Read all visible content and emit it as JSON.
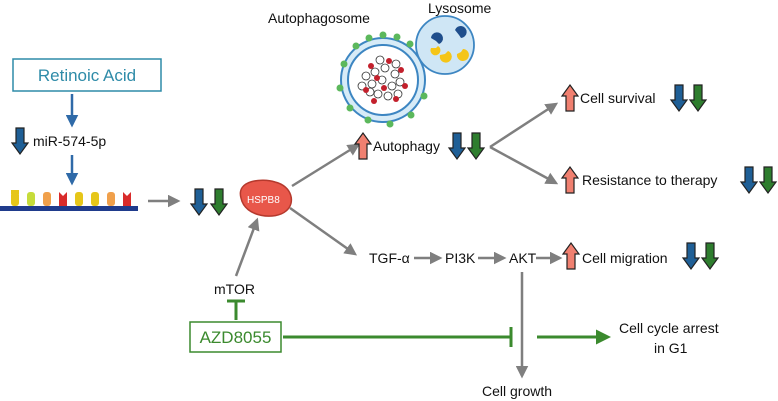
{
  "labels": {
    "retinoic_acid": "Retinoic Acid",
    "mirna": "miR-574-5p",
    "hspb8": "HSPB8",
    "mtor": "mTOR",
    "azd8055": "AZD8055",
    "autophagosome": "Autophagosome",
    "lysosome": "Lysosome",
    "autophagy": "Autophagy",
    "cell_survival": "Cell survival",
    "resistance": "Resistance to therapy",
    "tgf": "TGF-α",
    "pi3k": "PI3K",
    "akt": "AKT",
    "cell_migration": "Cell migration",
    "cell_growth": "Cell growth",
    "cell_cycle_arrest_line1": "Cell cycle arrest",
    "cell_cycle_arrest_line2": "in G1"
  },
  "colors": {
    "retinoic_acid_border": "#2e8ba8",
    "retinoic_acid_text": "#2e8ba8",
    "azd_green": "#3b8a2e",
    "arrow_gray": "#7f7f7f",
    "down_blue": "#1f5f96",
    "down_green": "#2e7d2e",
    "up_salmon": "#f08070",
    "hspb8_fill": "#e8574a",
    "lysosome_fill": "#cfe6f5",
    "autophagosome_ring": "#5a9fcf",
    "dots_green": "#5cb85c",
    "mrna_backbone": "#1f3b8c"
  },
  "icons": {
    "down_arrow": "down-arrow-icon",
    "up_arrow": "up-arrow-icon"
  }
}
